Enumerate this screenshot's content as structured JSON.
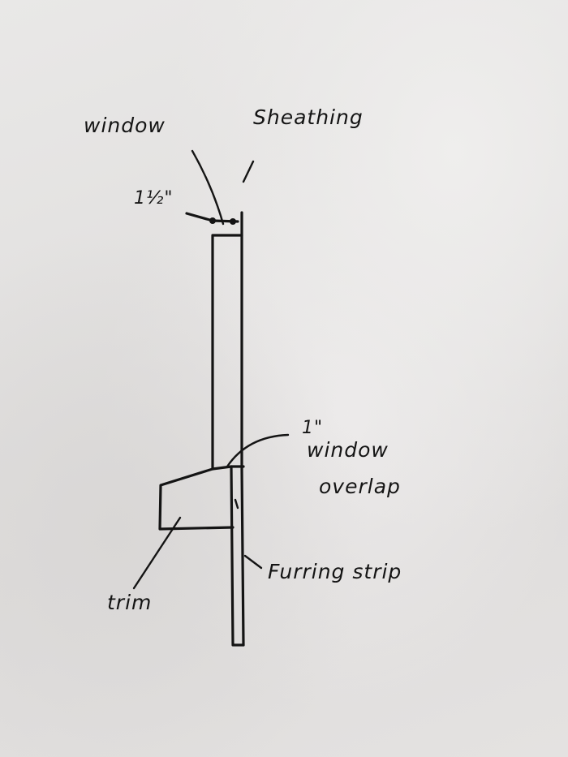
{
  "diagram": {
    "type": "hand-drawn cross-section sketch",
    "ink_color": "#141414",
    "paper_color": "#e6e4e3",
    "labels": {
      "window": "window",
      "sheathing": "Sheathing",
      "dimension_top": "1½\"",
      "overlap_dimension": "1\"",
      "overlap_line1": "window",
      "overlap_line2": "overlap",
      "furring_strip": "Furring strip",
      "trim": "trim"
    },
    "components": [
      "window",
      "sheathing",
      "furring strip",
      "trim"
    ]
  }
}
